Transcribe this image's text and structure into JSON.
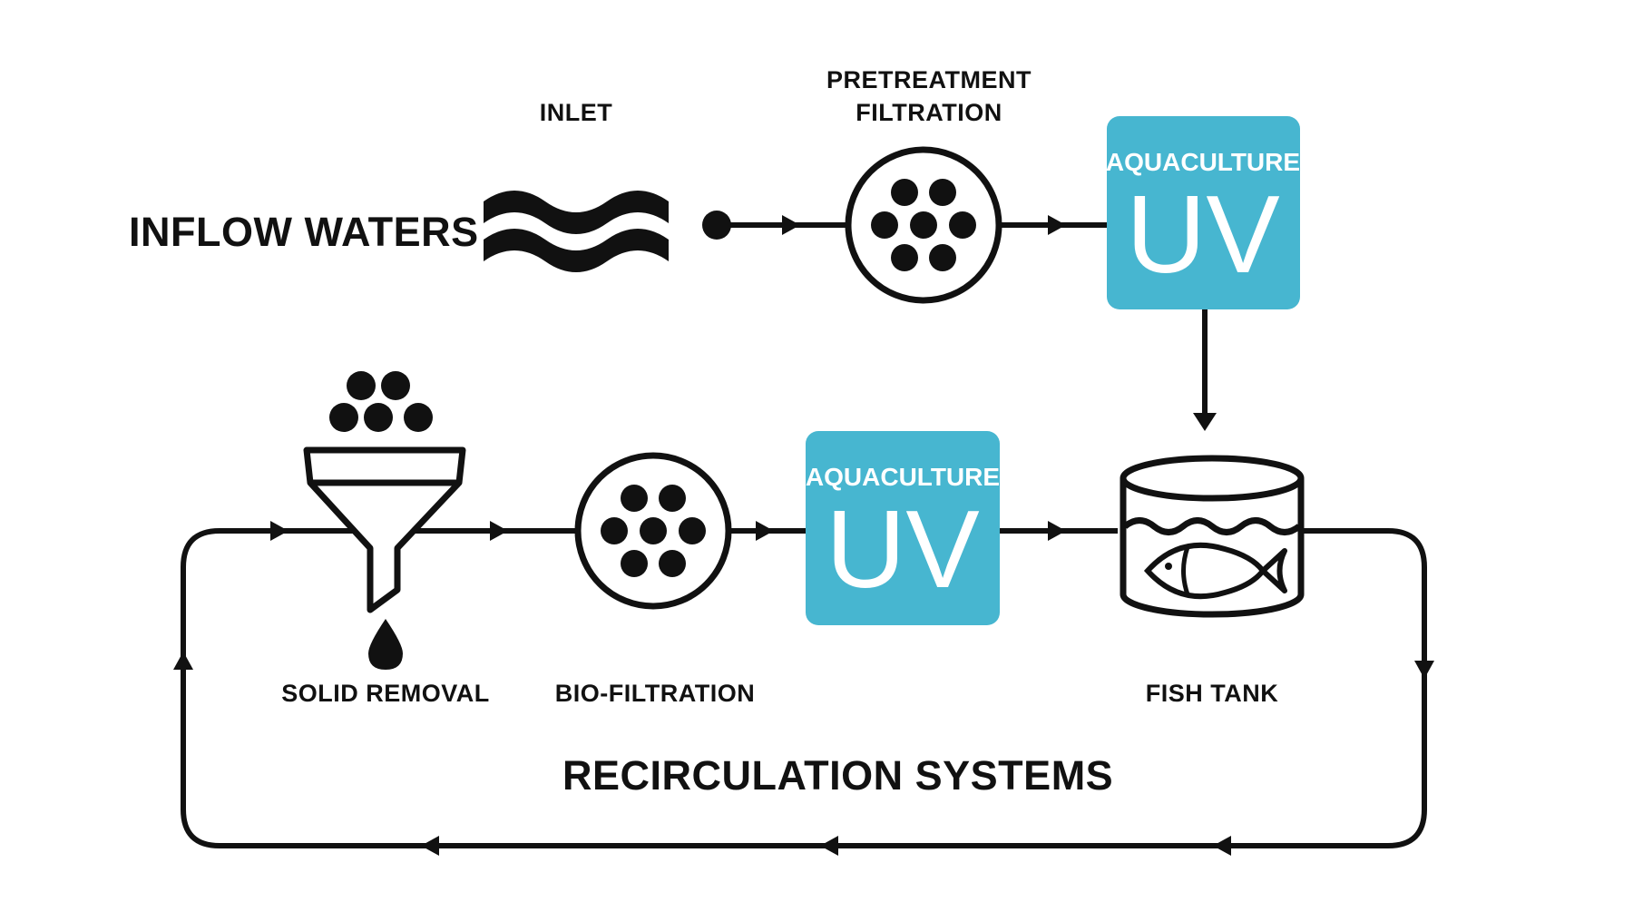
{
  "colors": {
    "ink": "#111111",
    "uv_box": "#47b6d0",
    "uv_text": "#ffffff",
    "background": "#ffffff"
  },
  "headings": {
    "inflow": "INFLOW WATERS",
    "recirculation": "RECIRCULATION SYSTEMS"
  },
  "nodes": {
    "inlet": {
      "label": "INLET",
      "icon": "water-waves-icon"
    },
    "pretreatment": {
      "label_line1": "PRETREATMENT",
      "label_line2": "FILTRATION",
      "icon": "filter-media-icon"
    },
    "uv_top": {
      "top_label": "AQUACULTURE",
      "big_label": "UV"
    },
    "uv_bottom": {
      "top_label": "AQUACULTURE",
      "big_label": "UV"
    },
    "solid_removal": {
      "label": "SOLID REMOVAL",
      "icon": "funnel-icon"
    },
    "bio_filtration": {
      "label": "BIO-FILTRATION",
      "icon": "filter-media-icon"
    },
    "fish_tank": {
      "label": "FISH TANK",
      "icon": "fish-tank-icon"
    }
  }
}
